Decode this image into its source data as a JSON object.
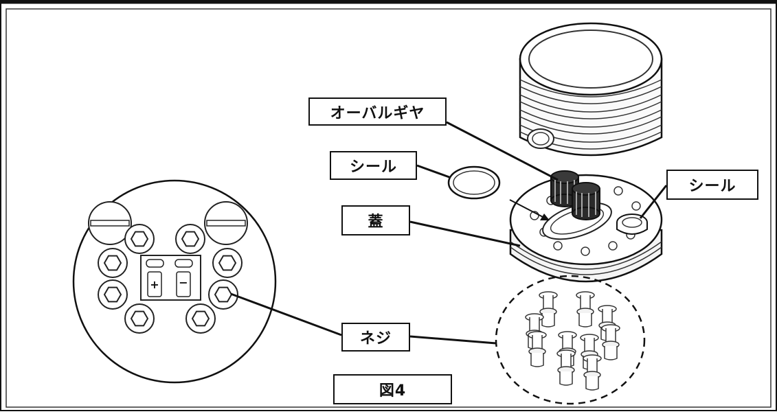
{
  "labels": {
    "oval_gear": "オーバルギヤ",
    "seal_left": "シール",
    "seal_right": "シール",
    "lid": "蓋",
    "screw": "ネジ",
    "figure": "図4"
  },
  "battery": {
    "plus": "+",
    "minus": "−"
  },
  "colors": {
    "line": "#111111",
    "background": "#ffffff",
    "gear": "#1a1a1a",
    "part": "#f4f4f4"
  }
}
